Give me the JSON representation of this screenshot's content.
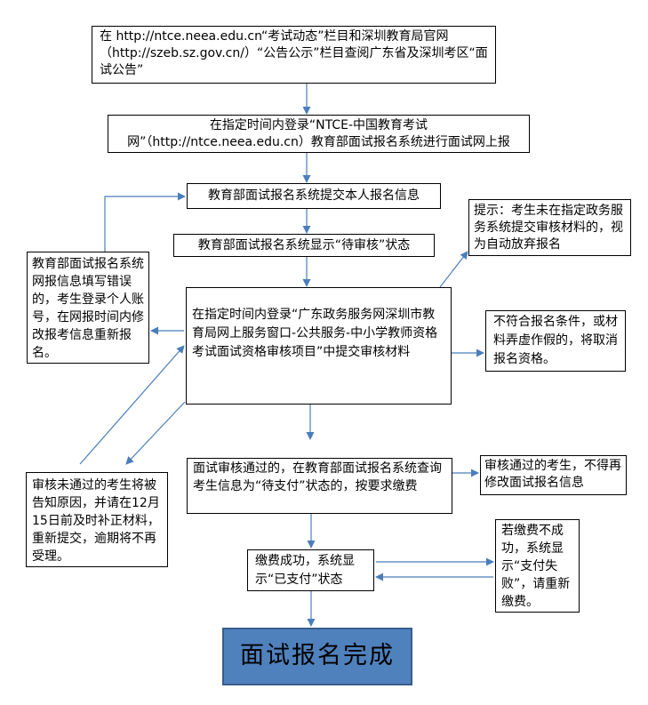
{
  "steps": {
    "s1": "在 http://ntce.neea.edu.cn“考试动态”栏目和深圳教育局官网（http://szeb.sz.gov.cn/）“公告公示”栏目查阅广东省及深圳考区“面试公告”",
    "s2": "在指定时间内登录“NTCE-中国教育考试网”（http://ntce.neea.edu.cn）教育部面试报名系统进行面试网上报名",
    "s3": "教育部面试报名系统提交本人报名信息",
    "s4": "教育部面试报名系统显示“待审核”状态",
    "s5": "在指定时间内登录“广东政务服务网深圳市教育局网上服务窗口-公共服务-中小学教师资格考试面试资格审核项目”中提交审核材料",
    "s6": "面试审核通过的，在教育部面试报名系统查询考生信息为“待支付”状态的，按要求缴费",
    "s7": "缴费成功，系统显示“已支付”状态",
    "final": "面试报名完成"
  },
  "notes": {
    "error_fix": "教育部面试报名系统网报信息填写错误的，考生登录个人账号，在网报时间内修改报考信息重新报名。",
    "tip_abandon": "提示：考生未在指定政务服务系统提交审核材料的，视为自动放弃报名",
    "disqualify": "不符合报名条件，或材料弄虚作假的，将取消报名资格。",
    "not_passed": "审核未通过的考生将被告知原因，并请在12月15日前及时补正材料，重新提交，逾期将不再受理。",
    "no_modify": "审核通过的考生，不得再修改面试报名信息",
    "pay_fail": "若缴费不成功，系统显示“支付失败”，请重新缴费。"
  },
  "colors": {
    "arrow": "#4a7ebb",
    "final_fill": "#4f81bd",
    "final_border": "#385d8a"
  }
}
